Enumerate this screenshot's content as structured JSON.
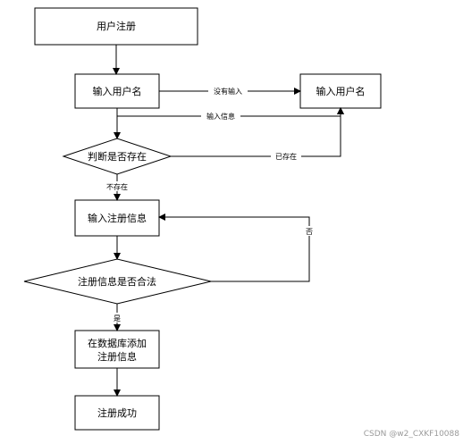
{
  "nodes": {
    "start": "用户注册",
    "input_username": "输入用户名",
    "input_username_right": "输入用户名",
    "check_exists": "判断是否存在",
    "input_info": "输入注册信息",
    "check_valid": "注册信息是否合法",
    "db_add_line1": "在数据库添加",
    "db_add_line2": "注册信息",
    "success": "注册成功"
  },
  "edges": {
    "no_input": "没有输入",
    "input_info": "输入信息",
    "exists": "已存在",
    "not_exists": "不存在",
    "no": "否",
    "yes": "是"
  },
  "watermark": "CSDN @w2_CXKF10088"
}
